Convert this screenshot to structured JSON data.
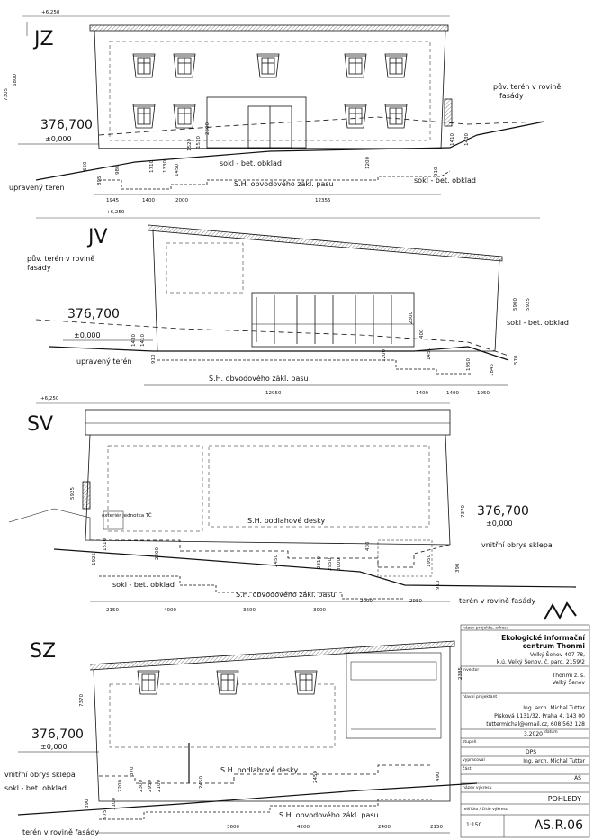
{
  "views": [
    {
      "name": "JZ"
    },
    {
      "name": "JV"
    },
    {
      "name": "SV"
    },
    {
      "name": "SZ"
    }
  ],
  "levels": {
    "top": "+6,250",
    "abs": "376,700",
    "zero": "±0,000"
  },
  "labels": {
    "upraveny_teren": "upravený terén",
    "puv_teren_line1": "pův. terén v rovině",
    "puv_teren_line2": "fasády",
    "sokl": "sokl - bet. obklad",
    "sh_zakl_pasu": "S.H. obvodového zákl. pasu",
    "sh_podl_desky": "S.H. podlahové desky",
    "vnitrni_obrys": "vnitřní obrys sklepa",
    "teren_v_rovine": "terén v rovině fasády",
    "exterier": "exteriér jednotka TČ"
  },
  "dims": {
    "jz_bottom": [
      "1945",
      "1400",
      "2000",
      "12355"
    ],
    "jz_left": [
      "7305",
      "6800"
    ],
    "jz_misc": [
      "2500",
      "1510",
      "1520",
      "1710",
      "1330",
      "1450",
      "1200",
      "1430",
      "1410",
      "895",
      "910",
      "660",
      "980"
    ],
    "jv_bottom": [
      "12950",
      "1400",
      "1400",
      "1950"
    ],
    "jv_misc": [
      "5900",
      "5925",
      "2300",
      "1430",
      "1410",
      "910",
      "1200",
      "400",
      "1450",
      "1950",
      "1845",
      "570"
    ],
    "sv_bottom": [
      "2150",
      "4000",
      "3600",
      "3000",
      "2000",
      "2950"
    ],
    "sv_misc": [
      "5925",
      "7370",
      "1925",
      "1510",
      "2300",
      "2450",
      "2310",
      "2950",
      "3000",
      "430",
      "1950",
      "390",
      "910"
    ],
    "sz_bottom": [
      "3600",
      "4200",
      "2400",
      "2150"
    ],
    "sz_misc": [
      "7370",
      "2385",
      "2200",
      "2300",
      "2950",
      "2100",
      "2450",
      "2450",
      "370",
      "490",
      "975",
      "1100",
      "390"
    ]
  },
  "title_block": {
    "header": "název projektu, adresa",
    "project_line1": "Ekologické informační",
    "project_line2": "centrum Thonmi",
    "address1": "Velký Šenov 407 78,",
    "address2": "k.ú. Velký Šenov, č. parc. 2159/2",
    "investor_label": "investor",
    "investor1": "Thonmi z. s.",
    "investor2": "Velký Šenov",
    "designer_label": "hlavní projektant",
    "designer1": "Ing. arch. Michal Tutter",
    "designer2": "Písková 1131/32, Praha 4, 143 00",
    "designer3": "tuttermichal@email.cz, 608 562 128",
    "date": "3.2020",
    "date_label": "datum",
    "stage_label": "stupeň",
    "stage": "DPS",
    "author_label": "vypracoval",
    "author": "Ing. arch. Michal Tutter",
    "part_label": "část",
    "part": "AS",
    "drawing_label": "název výkresu",
    "drawing": "POHLEDY",
    "scale_label": "měřítko / číslo výkresu",
    "scale": "1:150",
    "number": "AS.R.06"
  }
}
